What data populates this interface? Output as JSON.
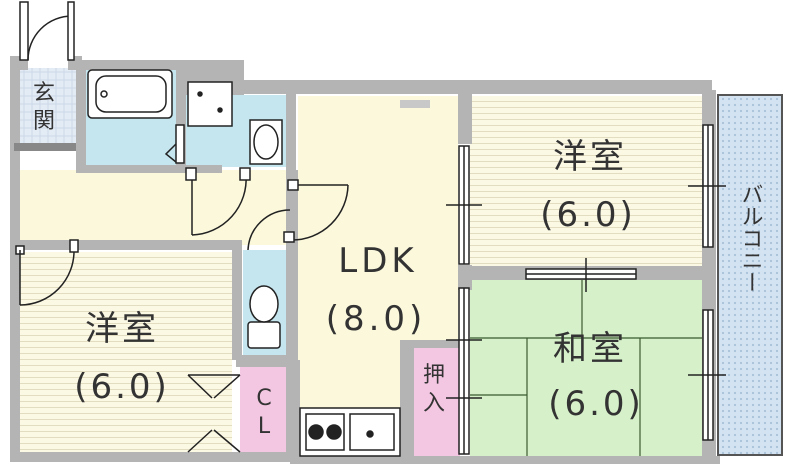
{
  "floorplan": {
    "rooms": {
      "entrance": {
        "label_line1": "玄",
        "label_line2": "関"
      },
      "western_left": {
        "name": "洋室",
        "size": "(6.0)"
      },
      "western_right": {
        "name": "洋室",
        "size": "(6.0)"
      },
      "ldk": {
        "name": "LDK",
        "size": "(8.0)"
      },
      "japanese": {
        "name": "和室",
        "size": "(6.0)"
      },
      "closet_cl": {
        "label_line1": "C",
        "label_line2": "L"
      },
      "oshiire": {
        "label_line1": "押",
        "label_line2": "入"
      },
      "balcony": {
        "label": "バルコニー"
      }
    },
    "colors": {
      "wall": "#b4b4b4",
      "floor_wood": "#fbf8e4",
      "floor_hallway": "#fbf8dc",
      "floor_bath": "#c5e6ef",
      "floor_tatami": "#d6f0c9",
      "floor_storage": "#f3c6e2",
      "floor_balcony": "#cfe0ee",
      "floor_entrance": "#dbe7f3",
      "line": "#333333"
    }
  }
}
